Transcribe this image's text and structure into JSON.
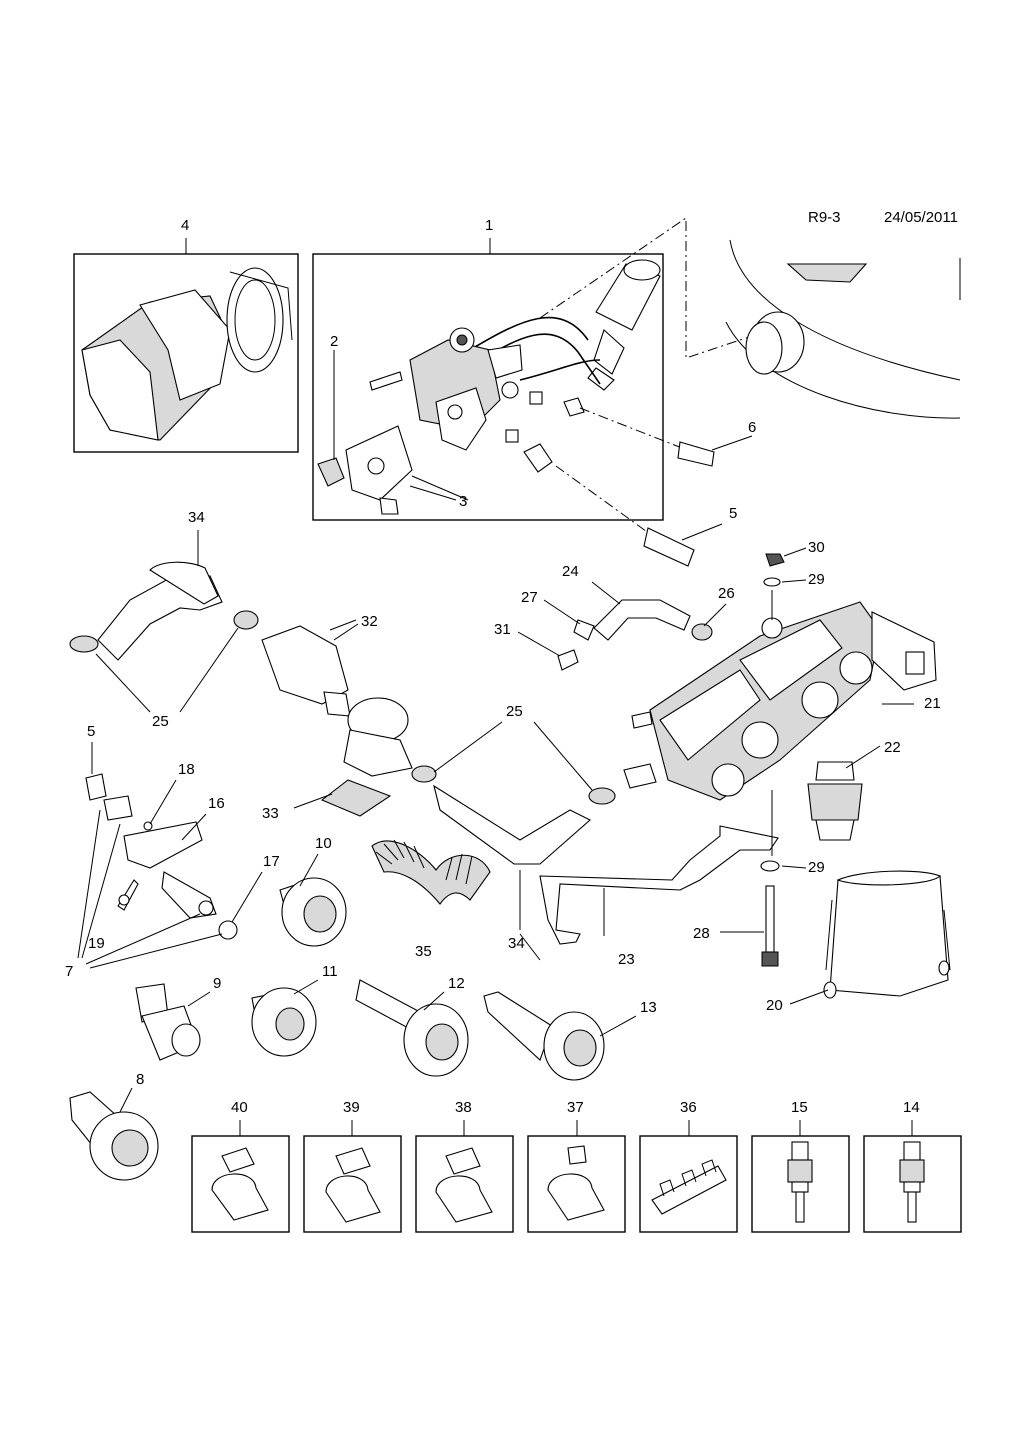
{
  "header": {
    "ref": "R9-3",
    "date": "24/05/2011"
  },
  "callouts": {
    "c1": "1",
    "c2": "2",
    "c3": "3",
    "c4": "4",
    "c5a": "5",
    "c5b": "5",
    "c6": "6",
    "c7": "7",
    "c8": "8",
    "c9": "9",
    "c10": "10",
    "c11": "11",
    "c12": "12",
    "c13": "13",
    "c14": "14",
    "c15": "15",
    "c16": "16",
    "c17": "17",
    "c18": "18",
    "c19": "19",
    "c20": "20",
    "c21": "21",
    "c22": "22",
    "c23": "23",
    "c24": "24",
    "c25a": "25",
    "c25b": "25",
    "c26": "26",
    "c27": "27",
    "c28": "28",
    "c29a": "29",
    "c29b": "29",
    "c30": "30",
    "c31": "31",
    "c32": "32",
    "c33": "33",
    "c34a": "34",
    "c34b": "34",
    "c35": "35",
    "c36": "36",
    "c37": "37",
    "c38": "38",
    "c39": "39",
    "c40": "40"
  }
}
